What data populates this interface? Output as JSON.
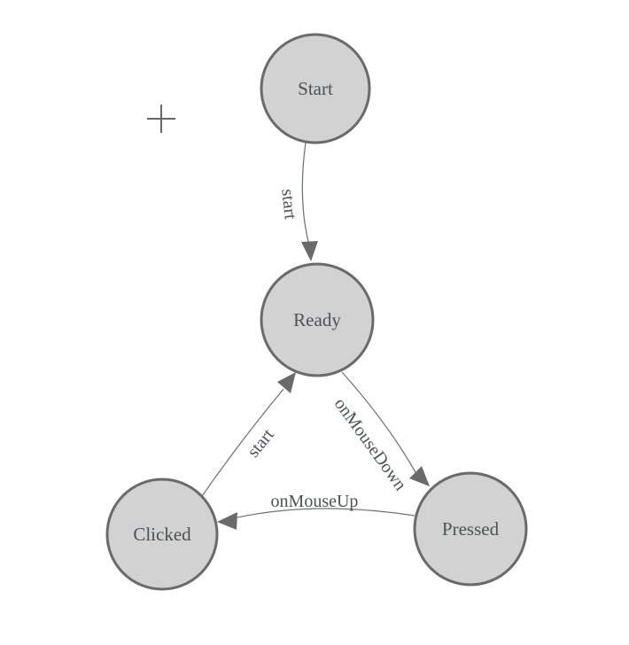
{
  "diagram": {
    "type": "state-machine",
    "nodes": {
      "start": {
        "label": "Start"
      },
      "ready": {
        "label": "Ready"
      },
      "clicked": {
        "label": "Clicked"
      },
      "pressed": {
        "label": "Pressed"
      }
    },
    "edges": {
      "start_to_ready": {
        "label": "start",
        "from": "Start",
        "to": "Ready"
      },
      "ready_to_pressed": {
        "label": "onMouseDown",
        "from": "Ready",
        "to": "Pressed"
      },
      "pressed_to_clicked": {
        "label": "onMouseUp",
        "from": "Pressed",
        "to": "Clicked"
      },
      "clicked_to_ready": {
        "label": "start",
        "from": "Clicked",
        "to": "Ready"
      }
    },
    "colors": {
      "node_fill": "#d2d2d2",
      "node_stroke": "#6a6a6a",
      "edge_stroke": "#757575",
      "arrow_fill": "#6a6a6a",
      "label_text": "#4d5158",
      "crosshair": "#666666",
      "background": "#ffffff"
    }
  }
}
